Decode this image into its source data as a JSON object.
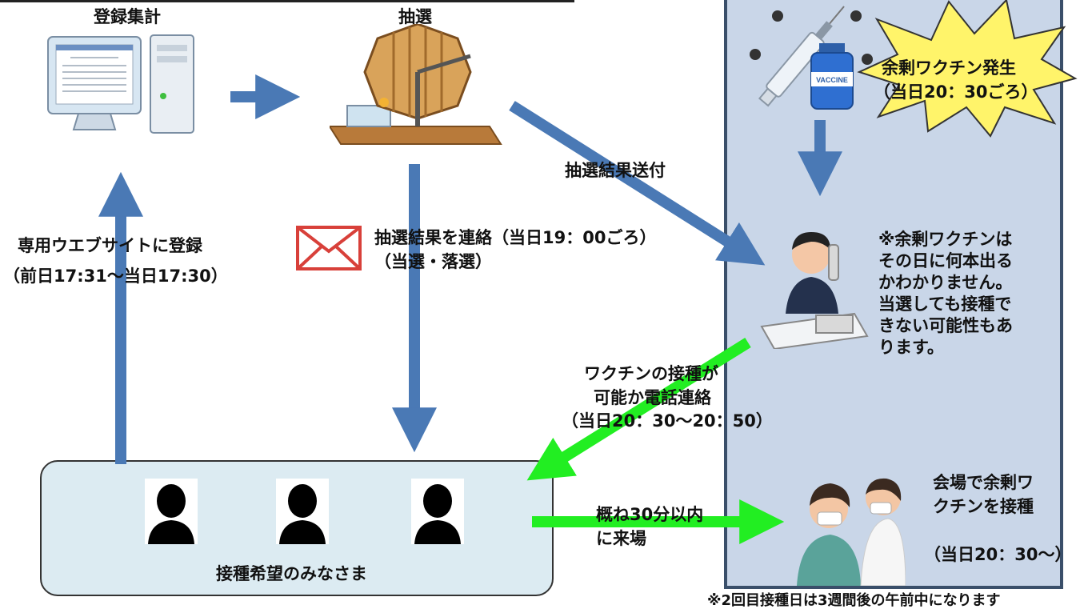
{
  "header": {
    "tally_title": "登録集計",
    "lottery_title": "抽選"
  },
  "flow": {
    "send_results": "抽選結果送付",
    "contact_line1": "抽選結果を連絡（当日19：00ごろ）",
    "contact_line2": "（当選・落選）",
    "register_line1": "専用ウエブサイトに登録",
    "register_line2": "（前日17:31～当日17:30）",
    "phone_line1": "ワクチンの接種が",
    "phone_line2": "可能か電話連絡",
    "phone_line3": "（当日20：30～20：50）",
    "arrive_line1": "概ね30分以内",
    "arrive_line2": "に来場"
  },
  "panel": {
    "surplus_line1": "余剰ワクチン発生",
    "surplus_line2": "（当日20：30ごろ）",
    "vaccine_label": "VACCINE",
    "note_lines": [
      "※余剰ワクチンは",
      "その日に何本出る",
      "かわかりません。",
      "当選しても接種で",
      "きない可能性もあ",
      "ります。"
    ],
    "venue_line1": "会場で余剰ワ",
    "venue_line2": "クチンを接種",
    "venue_time": "（当日20：30～）"
  },
  "people": {
    "label": "接種希望のみなさま"
  },
  "footer": {
    "note": "※2回目接種日は3週間後の午前中になります"
  },
  "colors": {
    "blue_arrow": "#4a79b5",
    "green_arrow": "#22ee22",
    "panel_bg": "#c9d6e8",
    "people_box_bg": "#dcebf2",
    "mail_red": "#d8403a",
    "burst_yellow": "#fff46a"
  },
  "icons": [
    "computer-icon",
    "lottery-drum-icon",
    "mail-icon",
    "syringe-icon",
    "vaccine-bottle-icon",
    "virus-icon",
    "operator-phone-icon",
    "person-silhouette-icon",
    "nurse-vaccination-icon"
  ]
}
